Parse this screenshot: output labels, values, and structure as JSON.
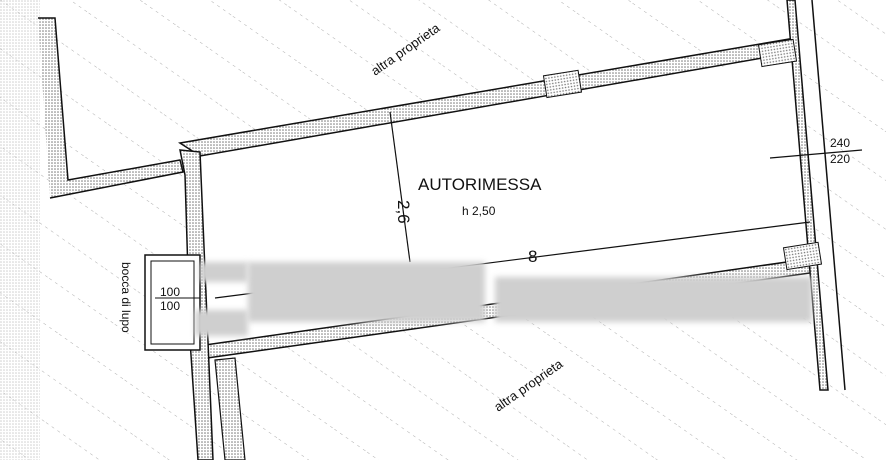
{
  "plan": {
    "room_name": "AUTORIMESSA",
    "room_height": "h 2,50",
    "width_dim": "2,6",
    "length_dim": "8",
    "neighbor_top": "altra proprieta",
    "neighbor_bottom": "altra proprieta",
    "wall_dim_top": "240",
    "wall_dim_bottom": "220",
    "window_dim_top": "100",
    "window_dim_bottom": "100",
    "light_well": "bocca di lupo"
  },
  "colors": {
    "line": "#111111",
    "hatch": "#9a9a9a",
    "wall_fill": "#bdbdbd",
    "redaction": "#cfcfcf"
  }
}
